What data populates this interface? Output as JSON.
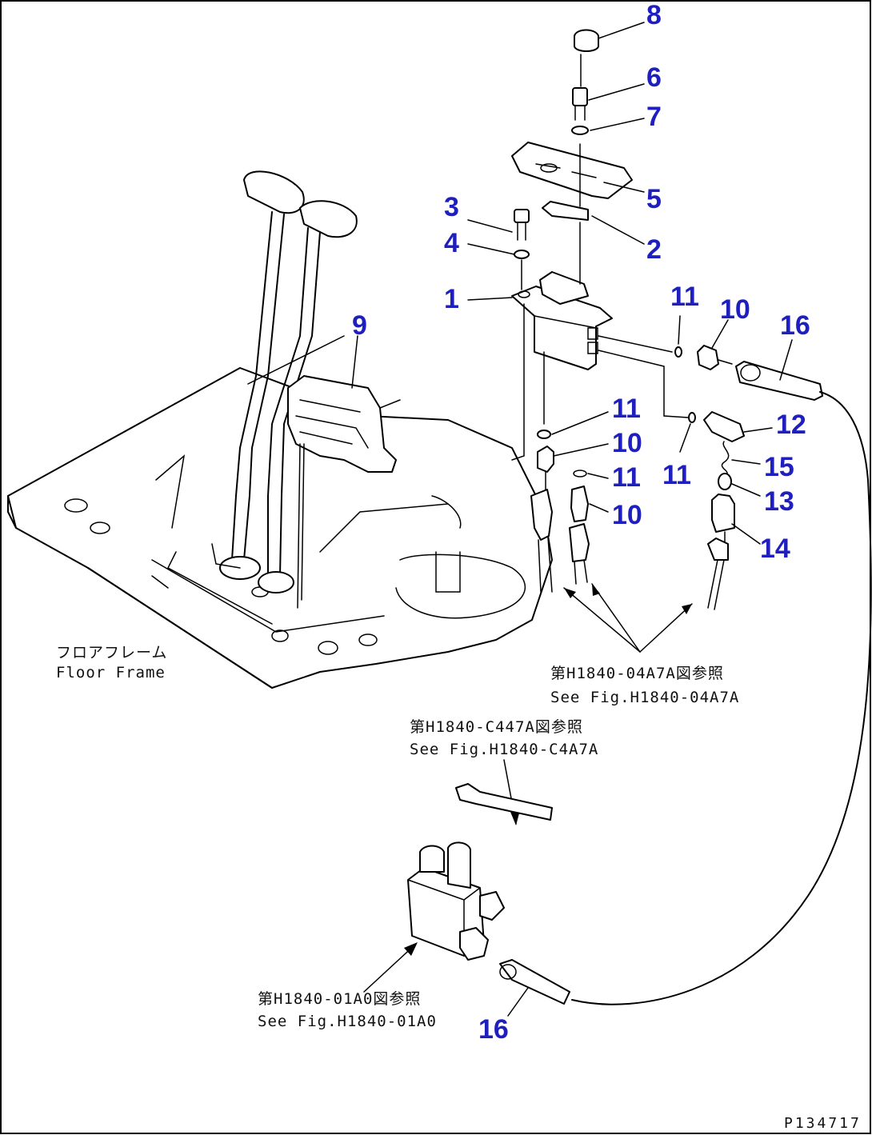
{
  "callouts": {
    "c8": "8",
    "c6": "6",
    "c7": "7",
    "c5": "5",
    "c3": "3",
    "c4": "4",
    "c2": "2",
    "c1": "1",
    "c9": "9",
    "c11a": "11",
    "c10a": "10",
    "c16a": "16",
    "c11b": "11",
    "c12": "12",
    "c10b": "10",
    "c11c": "11",
    "c11d": "11",
    "c15": "15",
    "c13": "13",
    "c10c": "10",
    "c14": "14",
    "c16b": "16"
  },
  "notes": {
    "floor_frame_jp": "フロアフレーム",
    "floor_frame_en": "Floor Frame",
    "ref1_jp": "第H1840-04A7A図参照",
    "ref1_en": "See Fig.H1840-04A7A",
    "ref2_jp": "第H1840-C447A図参照",
    "ref2_en": "See Fig.H1840-C4A7A",
    "ref3_jp": "第H1840-01A0図参照",
    "ref3_en": "See Fig.H1840-01A0"
  },
  "plate_id": "P134717",
  "colors": {
    "callout": "#1f1fbf",
    "line": "#000000",
    "background": "#ffffff"
  }
}
